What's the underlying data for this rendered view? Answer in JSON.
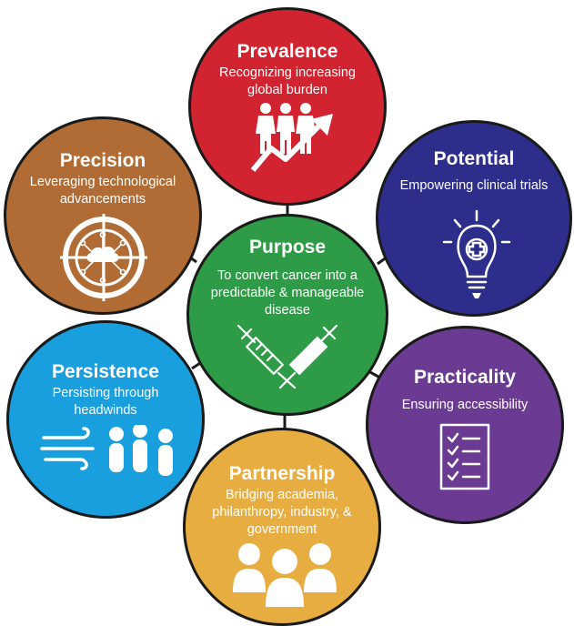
{
  "center": {
    "title": "Purpose",
    "description": "To convert cancer into a predictable & manageable disease",
    "icon": "syringes-icon",
    "color": "#2e9b47"
  },
  "pillars": [
    {
      "key": "prevalence",
      "title": "Prevalence",
      "description": "Recognizing increasing global burden",
      "icon": "people-rising-arrow-icon",
      "color": "#d12330"
    },
    {
      "key": "potential",
      "title": "Potential",
      "description": "Empowering clinical trials",
      "icon": "lightbulb-medical-cross-icon",
      "color": "#2d2d8c"
    },
    {
      "key": "practicality",
      "title": "Practicality",
      "description": "Ensuring accessibility",
      "icon": "checklist-icon",
      "color": "#6b3b93"
    },
    {
      "key": "partnership",
      "title": "Partnership",
      "description": "Bridging academia, philanthropy, industry, & government",
      "icon": "group-people-icon",
      "color": "#e7ad40"
    },
    {
      "key": "persistence",
      "title": "Persistence",
      "description": "Persisting through headwinds",
      "icon": "wind-people-icon",
      "color": "#199ede"
    },
    {
      "key": "precision",
      "title": "Precision",
      "description": "Leveraging technological advancements",
      "icon": "target-cloud-network-icon",
      "color": "#b06c34"
    }
  ]
}
